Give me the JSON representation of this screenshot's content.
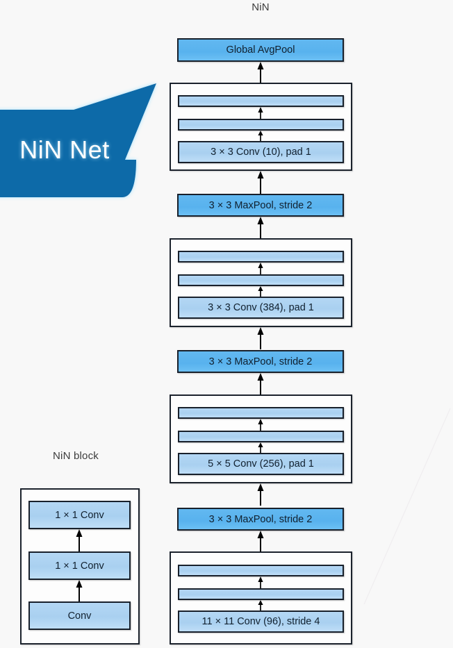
{
  "diagram": {
    "title": "NiN",
    "legend_title": "NiN block",
    "callout": {
      "label": "NiN Net",
      "fill": "#0f6aa8"
    },
    "colors": {
      "background": "#f8f8f8",
      "conv_fill": "#aed3f2",
      "pool_fill": "#5cb5ef",
      "outline": "#18202b",
      "text": "#11202e"
    }
  },
  "network": {
    "name": "NiN",
    "layers": [
      {
        "kind": "pool-bar",
        "label": "Global AvgPool",
        "style": "pool"
      },
      {
        "kind": "nin-block",
        "label": "",
        "rows": [
          {
            "label": "",
            "style": "thin"
          },
          {
            "label": "",
            "style": "thin"
          },
          {
            "label": "3 × 3 Conv (10), pad 1",
            "style": "conv"
          }
        ]
      },
      {
        "kind": "pool-bar",
        "label": "3 × 3 MaxPool, stride 2",
        "style": "pool"
      },
      {
        "kind": "nin-block",
        "label": "",
        "rows": [
          {
            "label": "",
            "style": "thin"
          },
          {
            "label": "",
            "style": "thin"
          },
          {
            "label": "3 × 3 Conv (384), pad 1",
            "style": "conv"
          }
        ]
      },
      {
        "kind": "pool-bar",
        "label": "3 × 3 MaxPool, stride 2",
        "style": "pool"
      },
      {
        "kind": "nin-block",
        "label": "",
        "rows": [
          {
            "label": "",
            "style": "thin"
          },
          {
            "label": "",
            "style": "thin"
          },
          {
            "label": "5 × 5 Conv (256), pad 1",
            "style": "conv"
          }
        ]
      },
      {
        "kind": "pool-bar",
        "label": "3 × 3 MaxPool, stride 2",
        "style": "pool"
      },
      {
        "kind": "nin-block",
        "label": "",
        "rows": [
          {
            "label": "",
            "style": "thin"
          },
          {
            "label": "",
            "style": "thin"
          },
          {
            "label": "11 × 11 Conv (96), stride 4",
            "style": "conv"
          }
        ]
      }
    ]
  },
  "legend_block": {
    "title": "NiN block",
    "rows": [
      {
        "label": "1 × 1 Conv"
      },
      {
        "label": "1 × 1 Conv"
      },
      {
        "label": "Conv"
      }
    ]
  }
}
